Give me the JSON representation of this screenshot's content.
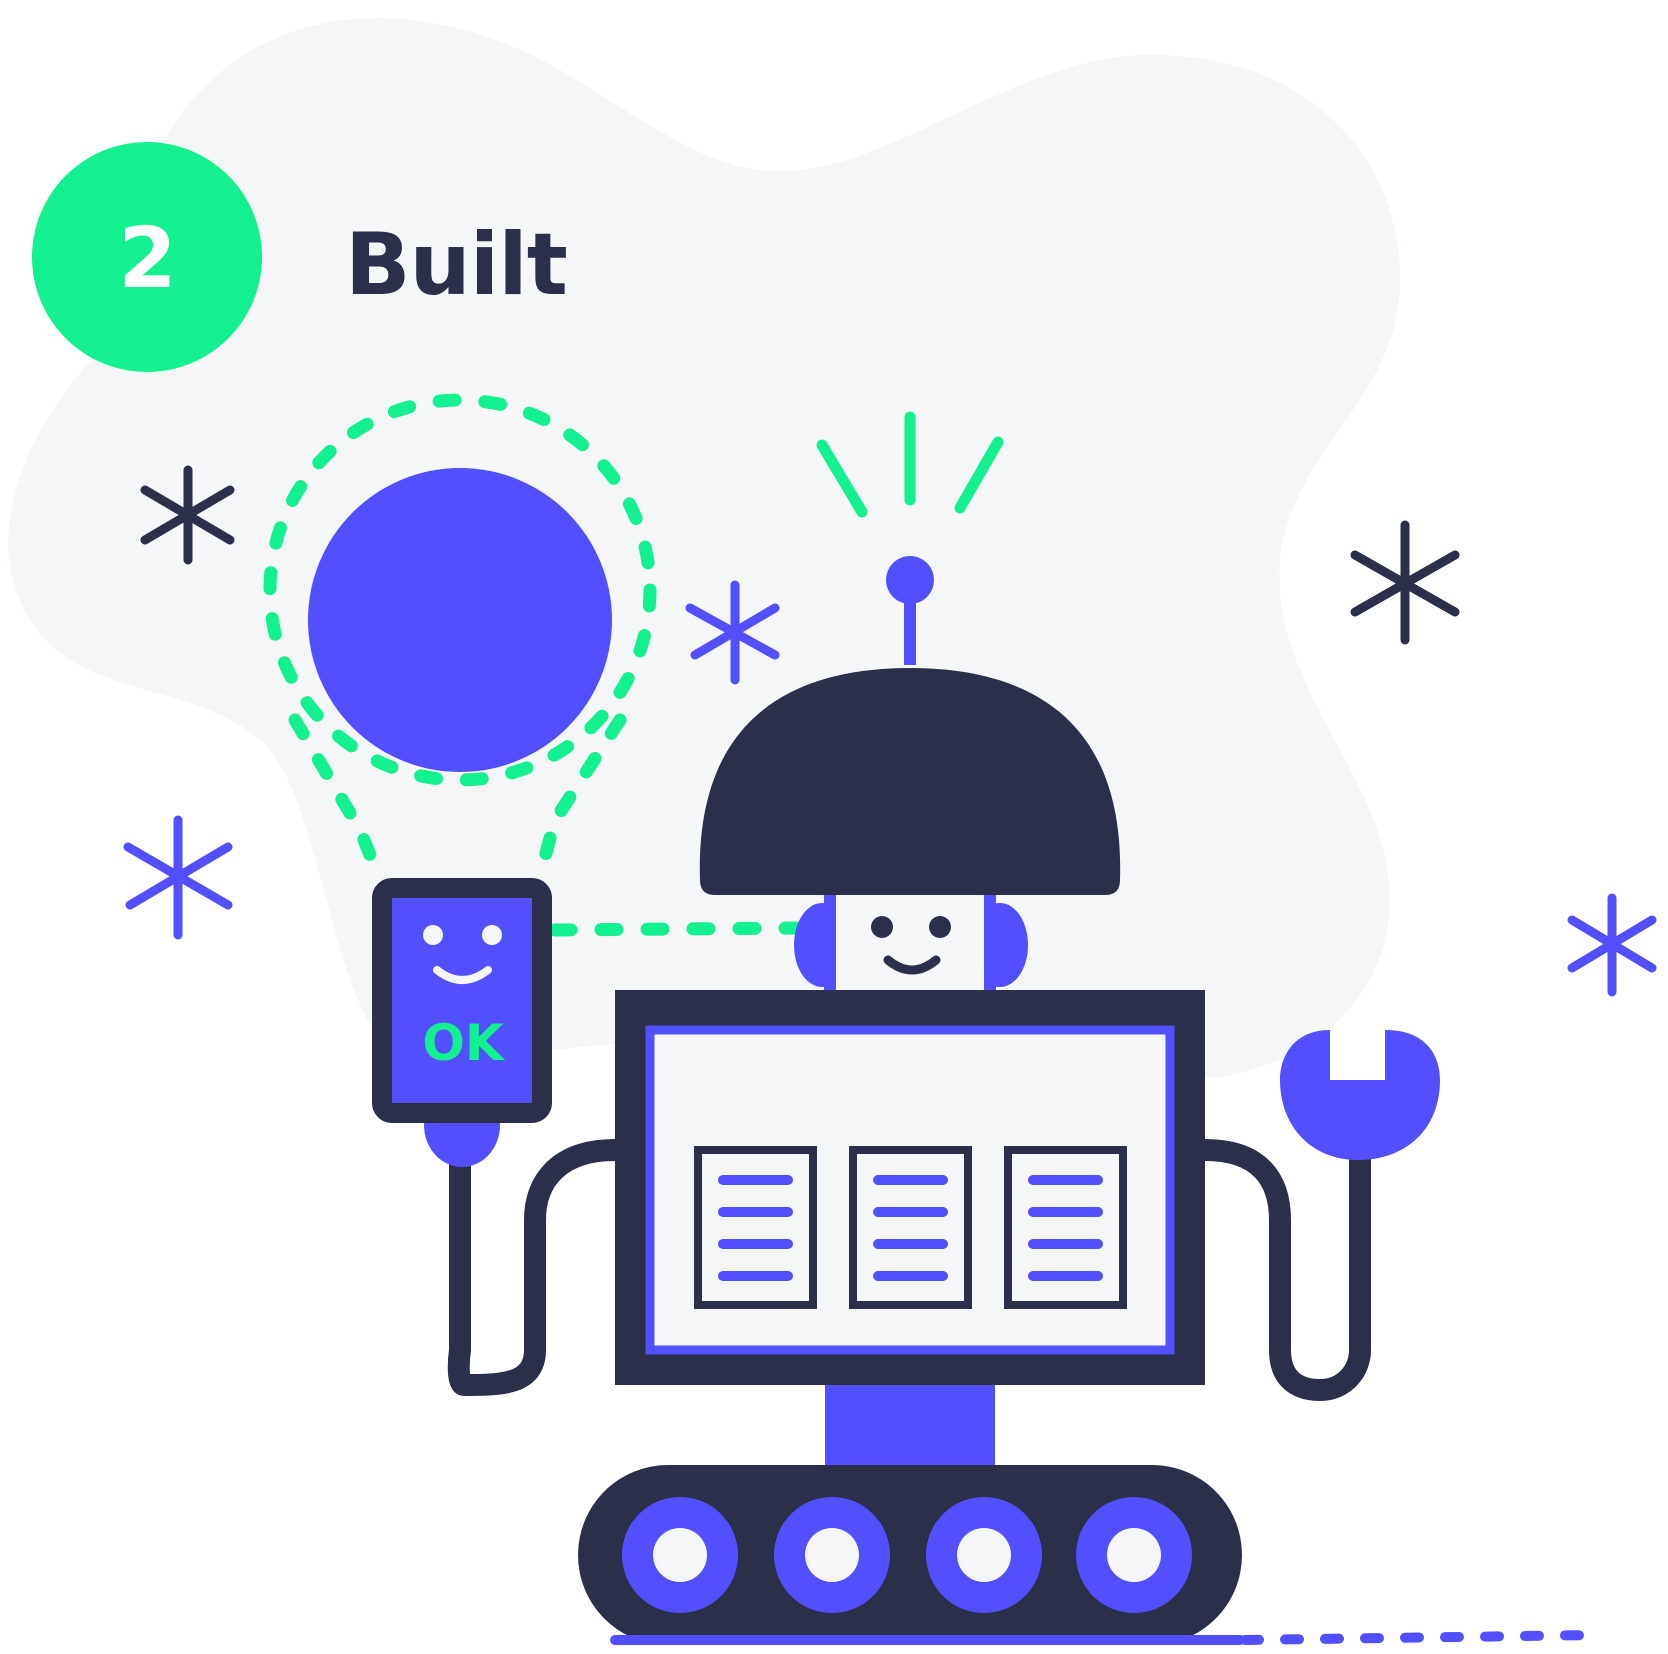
{
  "step": {
    "number": "2",
    "title": "Built"
  },
  "device": {
    "screen_label": "OK"
  },
  "colors": {
    "background_blob": "#f5f6f8",
    "accent_green": "#12f08f",
    "accent_purple": "#5250fe",
    "dark_navy": "#2b2f49",
    "white": "#ffffff"
  },
  "icons": [
    "asterisk-icon",
    "robot-illustration",
    "speech-bubble-circle",
    "smiling-phone-device",
    "wrench-hand",
    "tank-treads"
  ]
}
